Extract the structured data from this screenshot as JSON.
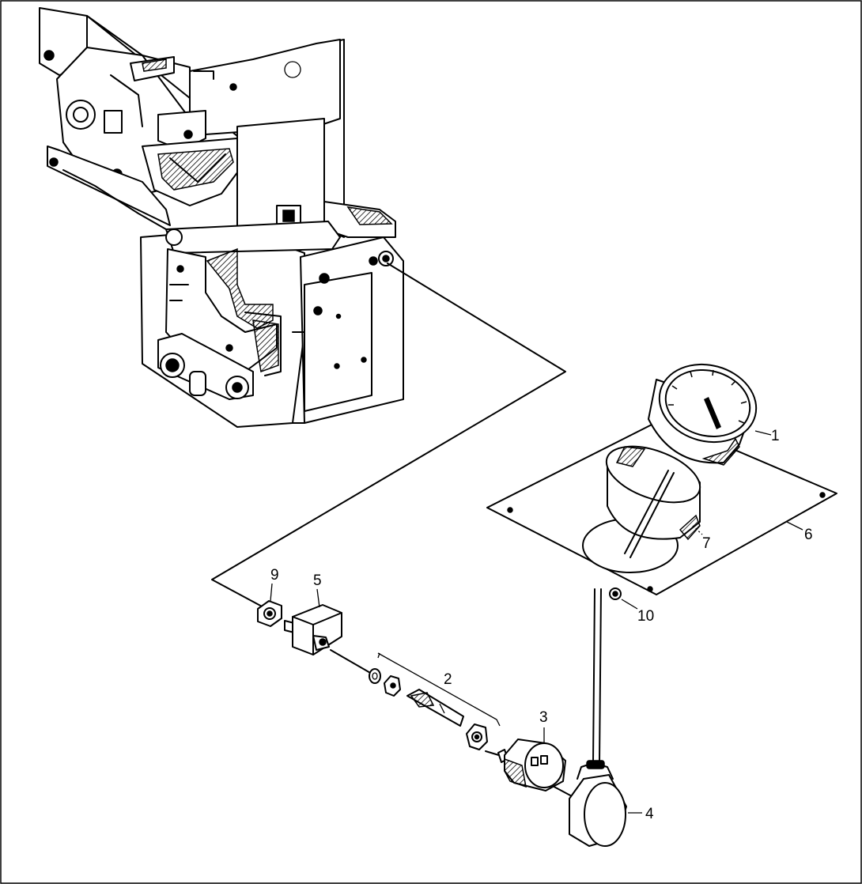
{
  "callouts": [
    {
      "id": "1",
      "label": "1"
    },
    {
      "id": "2",
      "label": "2"
    },
    {
      "id": "3",
      "label": "3"
    },
    {
      "id": "4",
      "label": "4"
    },
    {
      "id": "5",
      "label": "5"
    },
    {
      "id": "6",
      "label": "6"
    },
    {
      "id": "7",
      "label": "7"
    },
    {
      "id": "9",
      "label": "9"
    },
    {
      "id": "10",
      "label": "10"
    }
  ]
}
